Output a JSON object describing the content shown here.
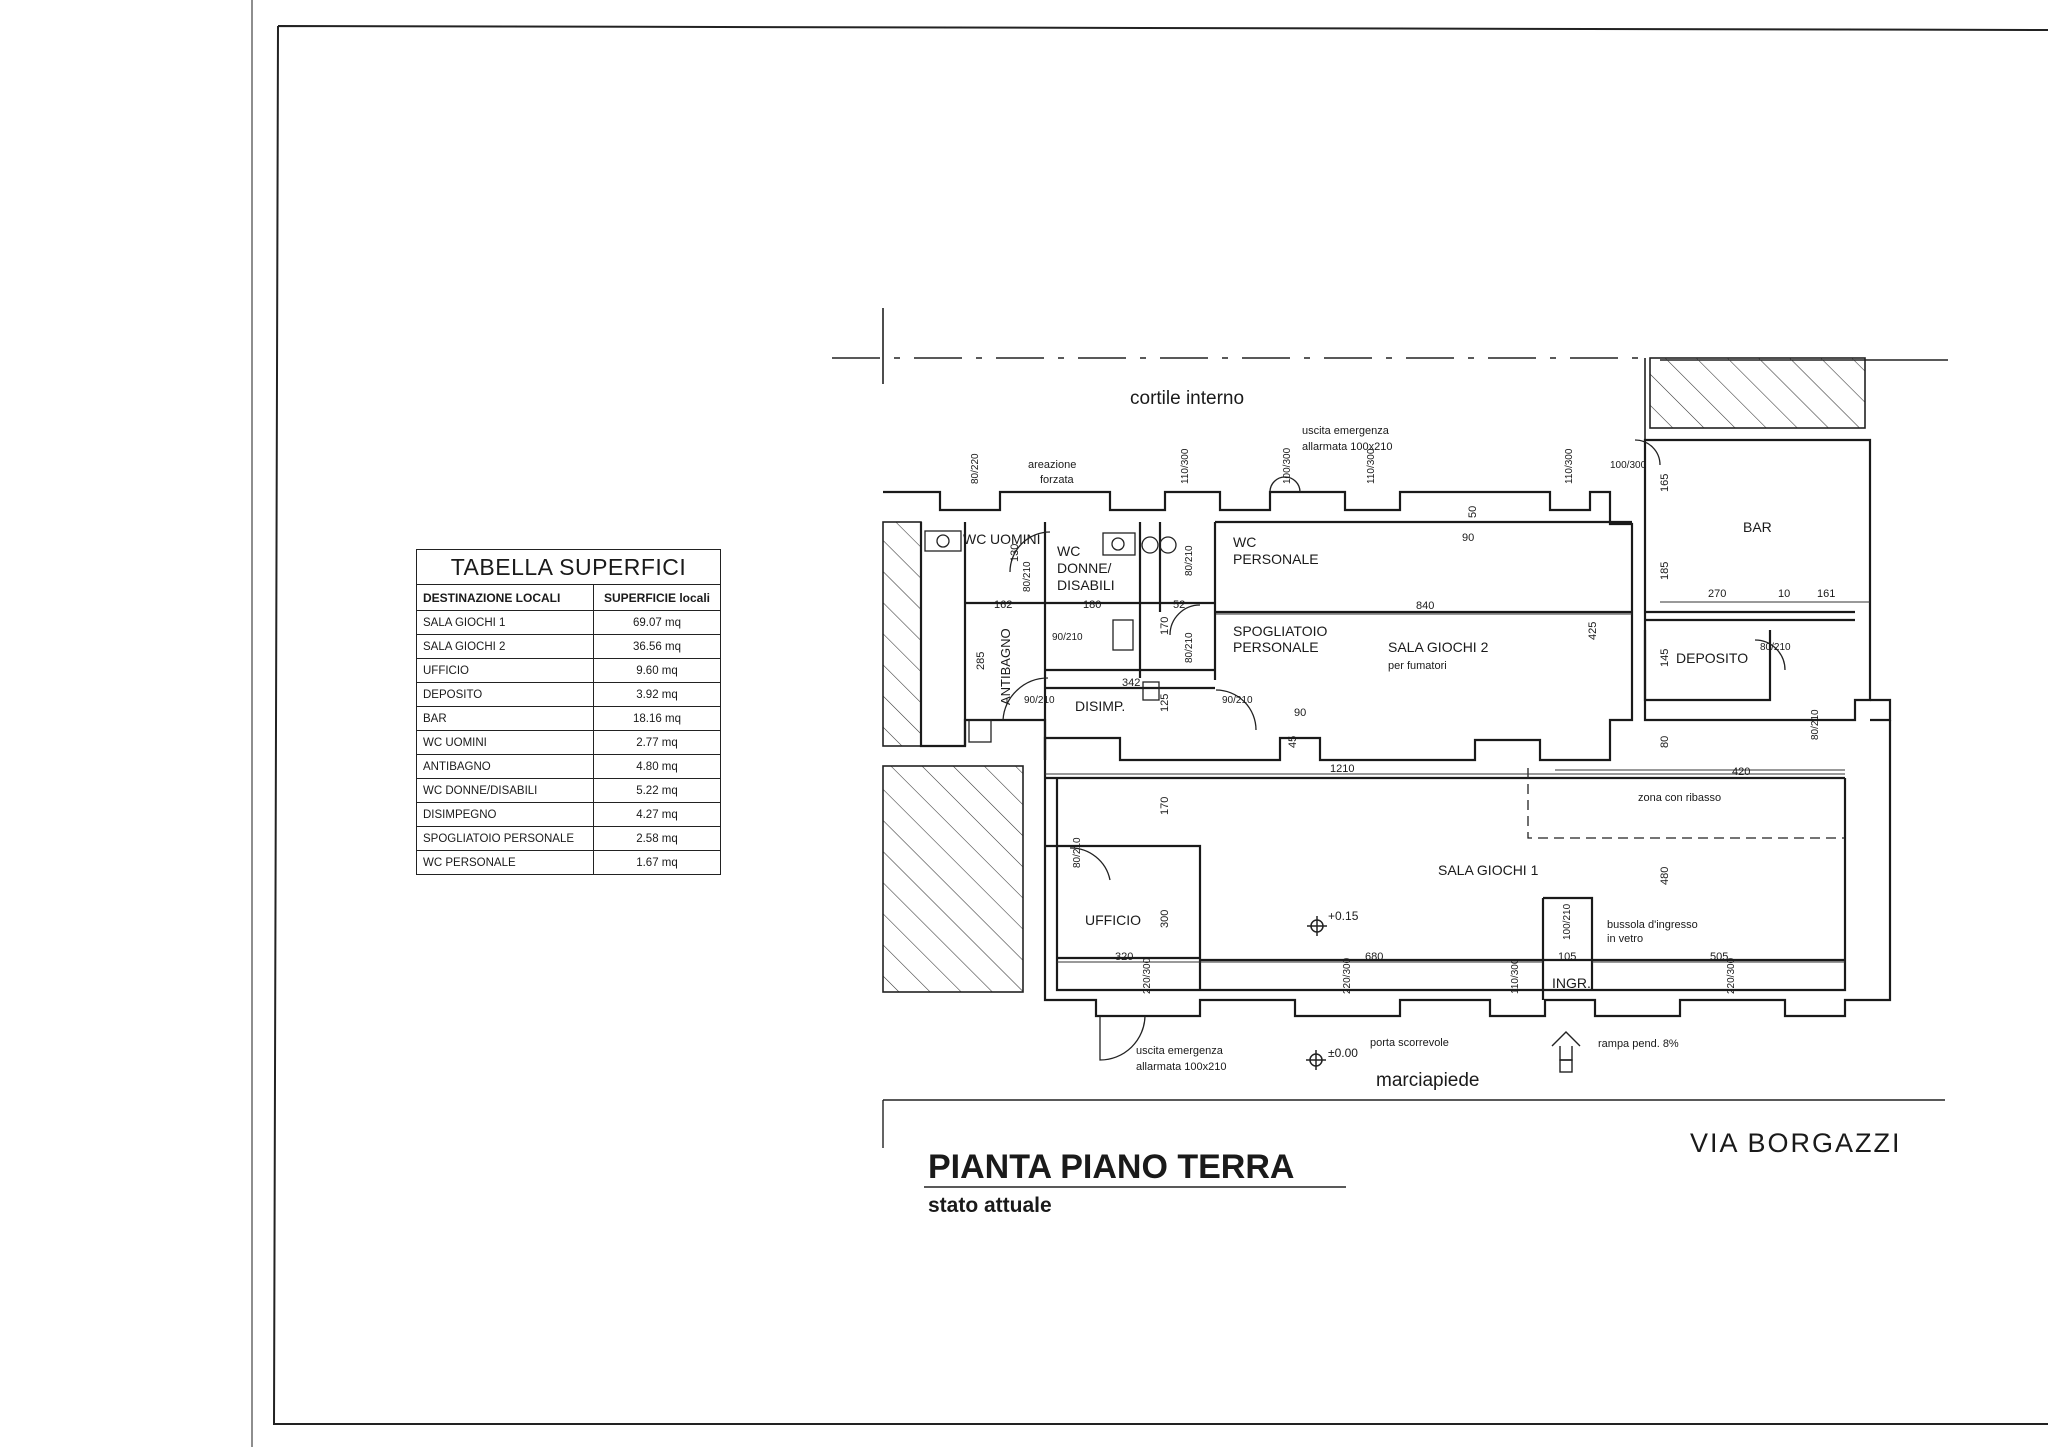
{
  "drawing": {
    "title": "PIANTA PIANO TERRA",
    "subtitle": "stato attuale",
    "street": "VIA BORGAZZI",
    "courtyard": "cortile interno",
    "sidewalk": "marciapiede"
  },
  "table": {
    "title": "TABELLA SUPERFICI",
    "header_name": "DESTINAZIONE LOCALI",
    "header_value": "SUPERFICIE locali",
    "rows": [
      {
        "name": "SALA GIOCHI 1",
        "value": "69.07 mq"
      },
      {
        "name": "SALA GIOCHI 2",
        "value": "36.56 mq"
      },
      {
        "name": "UFFICIO",
        "value": "9.60 mq"
      },
      {
        "name": "DEPOSITO",
        "value": "3.92 mq"
      },
      {
        "name": "BAR",
        "value": "18.16 mq"
      },
      {
        "name": "WC UOMINI",
        "value": "2.77 mq"
      },
      {
        "name": "ANTIBAGNO",
        "value": "4.80 mq"
      },
      {
        "name": "WC DONNE/DISABILI",
        "value": "5.22 mq"
      },
      {
        "name": "DISIMPEGNO",
        "value": "4.27 mq"
      },
      {
        "name": "SPOGLIATOIO PERSONALE",
        "value": "2.58 mq"
      },
      {
        "name": "WC PERSONALE",
        "value": "1.67 mq"
      }
    ]
  },
  "rooms": {
    "wc_uomini_a": "WC",
    "wc_uomini_b": "UOMINI",
    "wc_donne_a": "WC",
    "wc_donne_b": "DONNE/",
    "wc_donne_c": "DISABILI",
    "wc_personale_a": "WC",
    "wc_personale_b": "PERSONALE",
    "spogliatoio_a": "SPOGLIATOIO",
    "spogliatoio_b": "PERSONALE",
    "sala2": "SALA GIOCHI 2",
    "sala2_note": "per fumatori",
    "antibagno": "ANTIBAGNO",
    "disimp": "DISIMP.",
    "bar": "BAR",
    "deposito": "DEPOSITO",
    "sala1": "SALA GIOCHI 1",
    "ufficio": "UFFICIO",
    "ingr": "INGR.",
    "zona": "zona con ribasso"
  },
  "notes": {
    "areazione_a": "areazione",
    "areazione_b": "forzata",
    "uscita_top_a": "uscita emergenza",
    "uscita_top_b": "allarmata 100x210",
    "uscita_bot_a": "uscita emergenza",
    "uscita_bot_b": "allarmata 100x210",
    "bussola_a": "bussola d'ingresso",
    "bussola_b": "in vetro",
    "porta": "porta scorrevole",
    "rampa": "rampa pend. 8%",
    "level_in": "+0.15",
    "level_out": "±0.00"
  },
  "dims": {
    "d840": "840",
    "d1210": "1210",
    "d420": "420",
    "d680": "680",
    "d320": "320",
    "d505": "505",
    "d105": "105",
    "d270": "270",
    "d161": "161",
    "d10": "10",
    "d162": "162",
    "d180": "180",
    "d52": "52",
    "d342": "342",
    "d90a": "90",
    "d90b": "90",
    "d425": "425",
    "d480": "480",
    "d170a": "170",
    "d170b": "170",
    "d300": "300",
    "d285": "285",
    "d125": "125",
    "d130": "130",
    "d165": "165",
    "d185": "185",
    "d145": "145",
    "d80": "80",
    "d45": "45",
    "d50": "50",
    "w110_300": "110/300",
    "w80_220": "80/220",
    "w100_300": "100/300",
    "w220_300": "220/300",
    "w80_210": "80/210",
    "w90_210": "90/210",
    "w100_210": "100/210"
  }
}
